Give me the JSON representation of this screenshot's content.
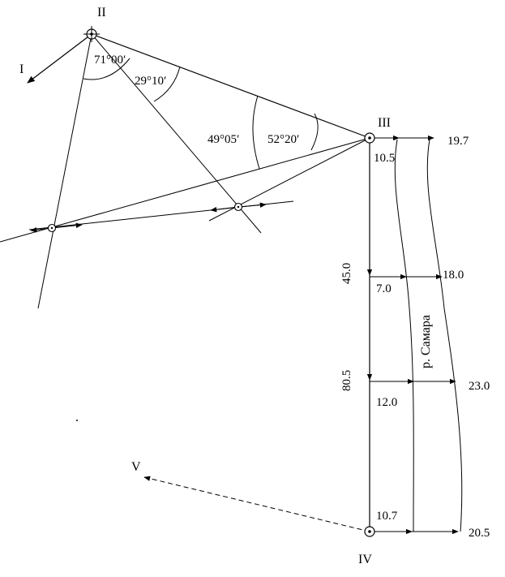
{
  "stations": {
    "s1": "I",
    "s2": "II",
    "s3": "III",
    "s4": "IV",
    "s5": "V"
  },
  "angles": {
    "a1": "71°00′",
    "a2": "29°10′",
    "a3": "49°05′",
    "a4": "52°20′"
  },
  "chainage": {
    "c1": "45.0",
    "c2": "80.5"
  },
  "offsets": {
    "o1": "10.5",
    "o2": "19.7",
    "o3": "7.0",
    "o4": "18.0",
    "o5": "12.0",
    "o6": "23.0",
    "o7": "10.7",
    "o8": "20.5"
  },
  "river": {
    "name": "р. Самара"
  }
}
